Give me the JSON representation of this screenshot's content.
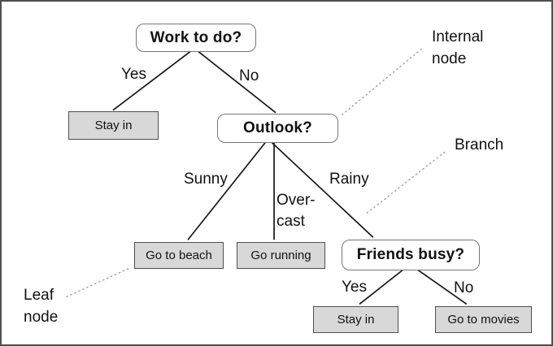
{
  "diagram_type": "decision-tree",
  "colors": {
    "background": "#ffffff",
    "frame_border": "#4f4f4f",
    "internal_node_fill": "#ffffff",
    "internal_node_border": "#767676",
    "leaf_node_fill": "#d8d8d8",
    "leaf_node_border": "#4f4f4f",
    "edge": "#161616",
    "annotation_edge": "#909090",
    "text": "#111111"
  },
  "nodes": {
    "work_to_do": "Work to do?",
    "stay_in_left": "Stay in",
    "outlook": "Outlook?",
    "go_to_beach": "Go to beach",
    "go_running": "Go running",
    "friends_busy": "Friends busy?",
    "stay_in_right": "Stay in",
    "go_to_movies": "Go to movies"
  },
  "branches": {
    "work_yes": "Yes",
    "work_no": "No",
    "outlook_sunny": "Sunny",
    "outlook_overcast": "Over-\ncast",
    "outlook_rainy": "Rainy",
    "friends_yes": "Yes",
    "friends_no": "No"
  },
  "annotations": {
    "internal_node": "Internal\nnode",
    "branch": "Branch",
    "leaf_node": "Leaf\nnode"
  }
}
